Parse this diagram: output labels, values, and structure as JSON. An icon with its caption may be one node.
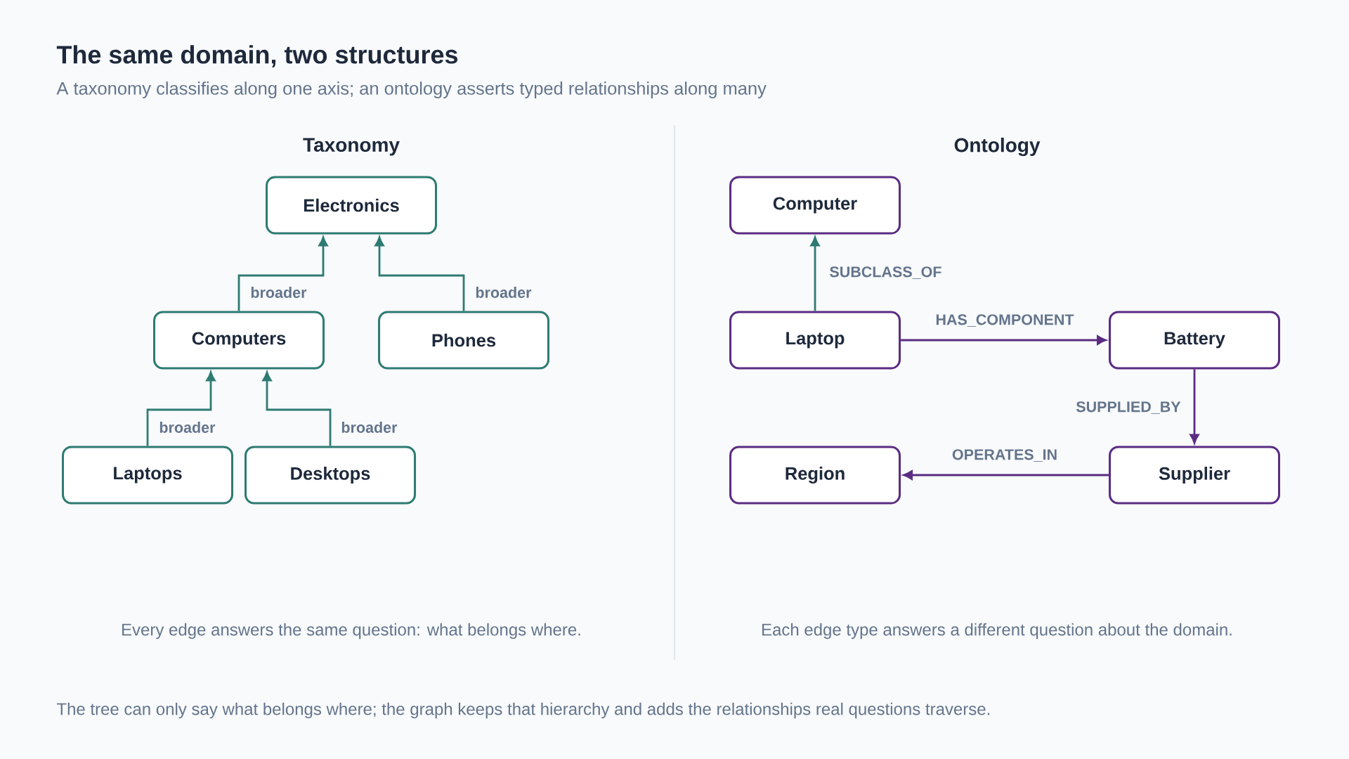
{
  "diagram": {
    "title": "The same domain, two structures",
    "nodes": [
      {
        "text": [
          "Electronics"
        ]
      },
      {
        "text": [
          "Computers"
        ]
      },
      {
        "text": [
          "Phones"
        ]
      },
      {
        "text": [
          "Laptops"
        ]
      },
      {
        "text": [
          "Desktops"
        ]
      },
      {
        "text": [
          "Computer"
        ]
      },
      {
        "text": [
          "Laptop"
        ]
      },
      {
        "text": [
          "Battery"
        ]
      },
      {
        "text": [
          "Region"
        ]
      },
      {
        "text": [
          "Supplier"
        ]
      }
    ],
    "edges": [
      {
        "from": 1,
        "to": 0,
        "arrow": "to",
        "label": "broader"
      },
      {
        "from": 2,
        "to": 0,
        "arrow": "to",
        "label": "broader"
      },
      {
        "from": 3,
        "to": 1,
        "arrow": "to",
        "label": "broader"
      },
      {
        "from": 4,
        "to": 1,
        "arrow": "to",
        "label": "broader"
      },
      {
        "from": 6,
        "to": 5,
        "arrow": "to",
        "label": "SUBCLASS_OF"
      },
      {
        "from": 6,
        "to": 7,
        "arrow": "to",
        "label": "HAS_COMPONENT",
        "color": "#5b2c82"
      },
      {
        "from": 7,
        "to": 9,
        "arrow": "to",
        "label": "SUPPLIED_BY",
        "color": "#5b2c82"
      },
      {
        "from": 9,
        "to": 8,
        "arrow": "to",
        "label": "OPERATES_IN",
        "color": "#5b2c82"
      }
    ],
    "labels": [
      "A taxonomy classifies along one axis; an ontology asserts typed relationships along many",
      "Taxonomy",
      "Ontology",
      "Every edge answers the same question: what belongs where.",
      "Each edge type answers a different question about the domain."
    ],
    "caption": "The tree can only say what belongs where; the graph keeps that hierarchy and adds the relationships real questions traverse."
  }
}
